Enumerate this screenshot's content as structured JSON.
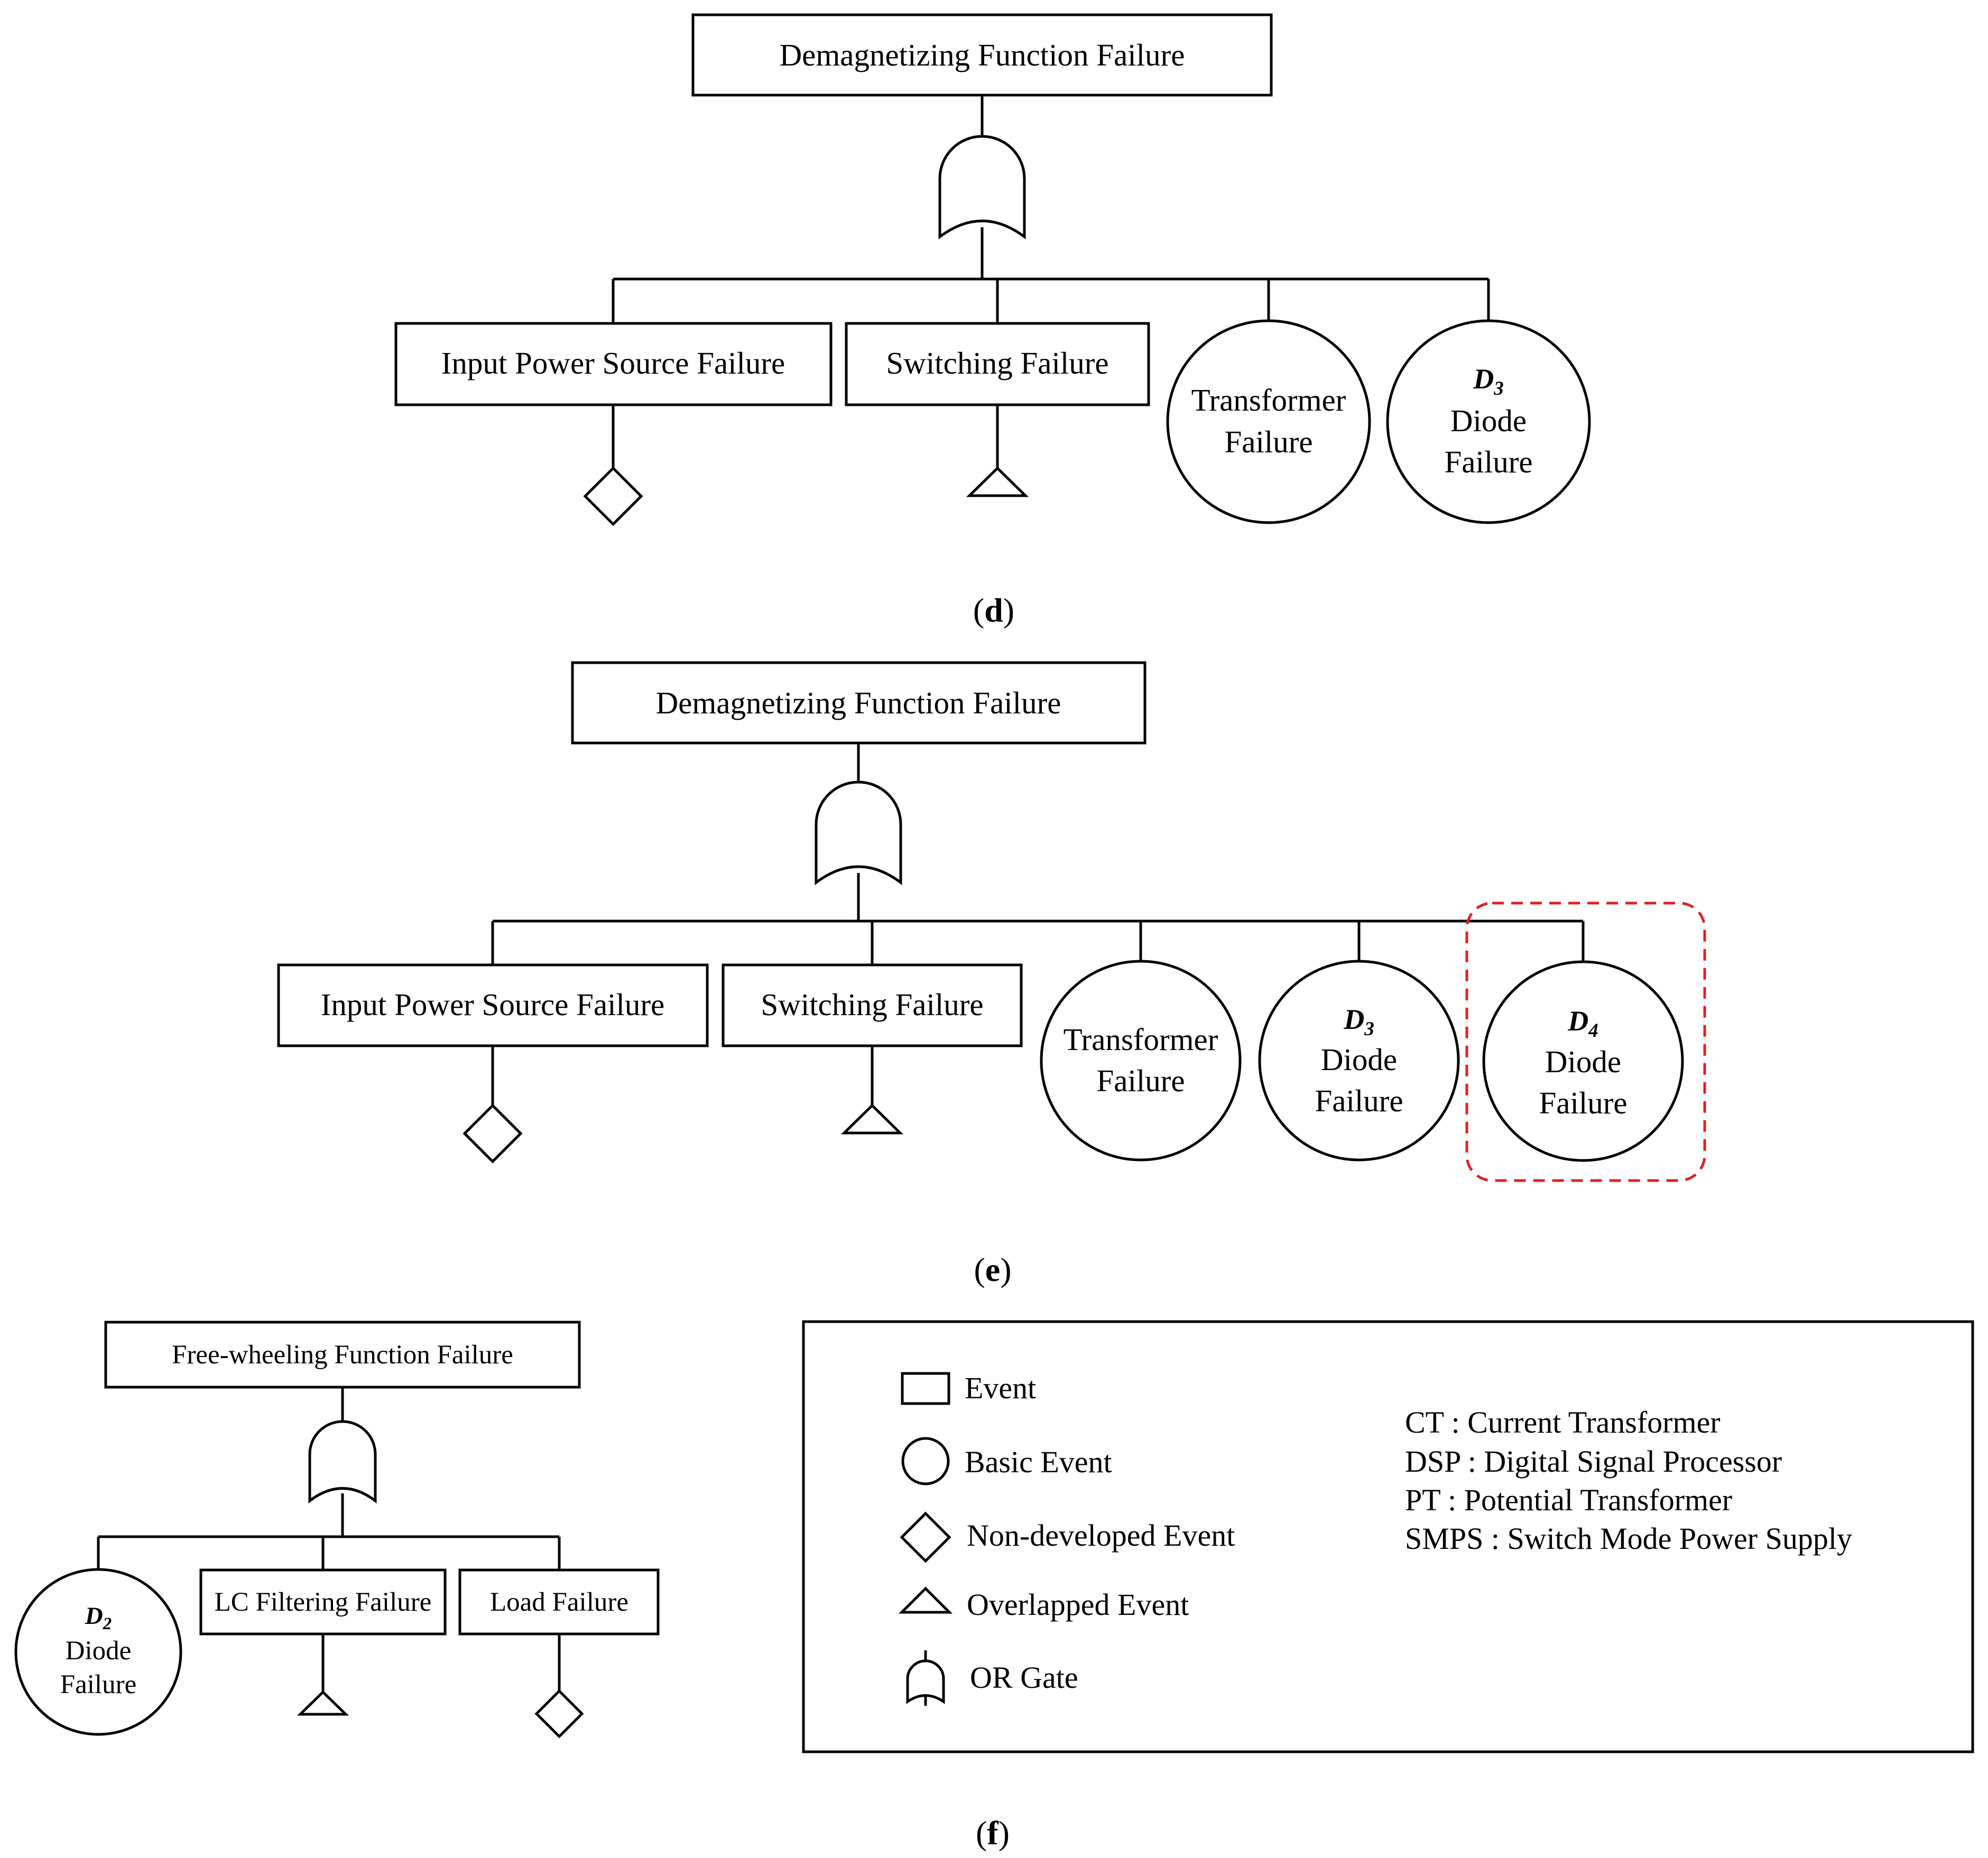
{
  "panel_d": {
    "caption_letter": "d",
    "top_event": "Demagnetizing Function Failure",
    "input_power": "Input Power Source Failure",
    "switching": "Switching Failure",
    "transformer": [
      "Transformer",
      "Failure"
    ],
    "diode3": {
      "label": "D",
      "sub": "3",
      "lines": [
        "Diode",
        "Failure"
      ]
    }
  },
  "panel_e": {
    "caption_letter": "e",
    "top_event": "Demagnetizing Function Failure",
    "input_power": "Input Power Source Failure",
    "switching": "Switching Failure",
    "transformer": [
      "Transformer",
      "Failure"
    ],
    "diode3": {
      "label": "D",
      "sub": "3",
      "lines": [
        "Diode",
        "Failure"
      ]
    },
    "diode4": {
      "label": "D",
      "sub": "4",
      "lines": [
        "Diode",
        "Failure"
      ]
    },
    "highlight_color": "#e02020"
  },
  "panel_f": {
    "caption_letter": "f",
    "top_event": "Free-wheeling Function Failure",
    "diode2": {
      "label": "D",
      "sub": "2",
      "lines": [
        "Diode",
        "Failure"
      ]
    },
    "lc_filtering": "LC Filtering Failure",
    "load": "Load Failure"
  },
  "legend": {
    "symbols": [
      {
        "icon": "event-rect-icon",
        "label": "Event"
      },
      {
        "icon": "basic-event-circle-icon",
        "label": "Basic Event"
      },
      {
        "icon": "non-developed-diamond-icon",
        "label": "Non-developed Event"
      },
      {
        "icon": "overlapped-triangle-icon",
        "label": "Overlapped Event"
      },
      {
        "icon": "or-gate-icon",
        "label": "OR Gate"
      }
    ],
    "abbreviations": [
      "CT : Current Transformer",
      "DSP : Digital Signal Processor",
      "PT : Potential Transformer",
      "SMPS : Switch Mode Power Supply"
    ]
  }
}
